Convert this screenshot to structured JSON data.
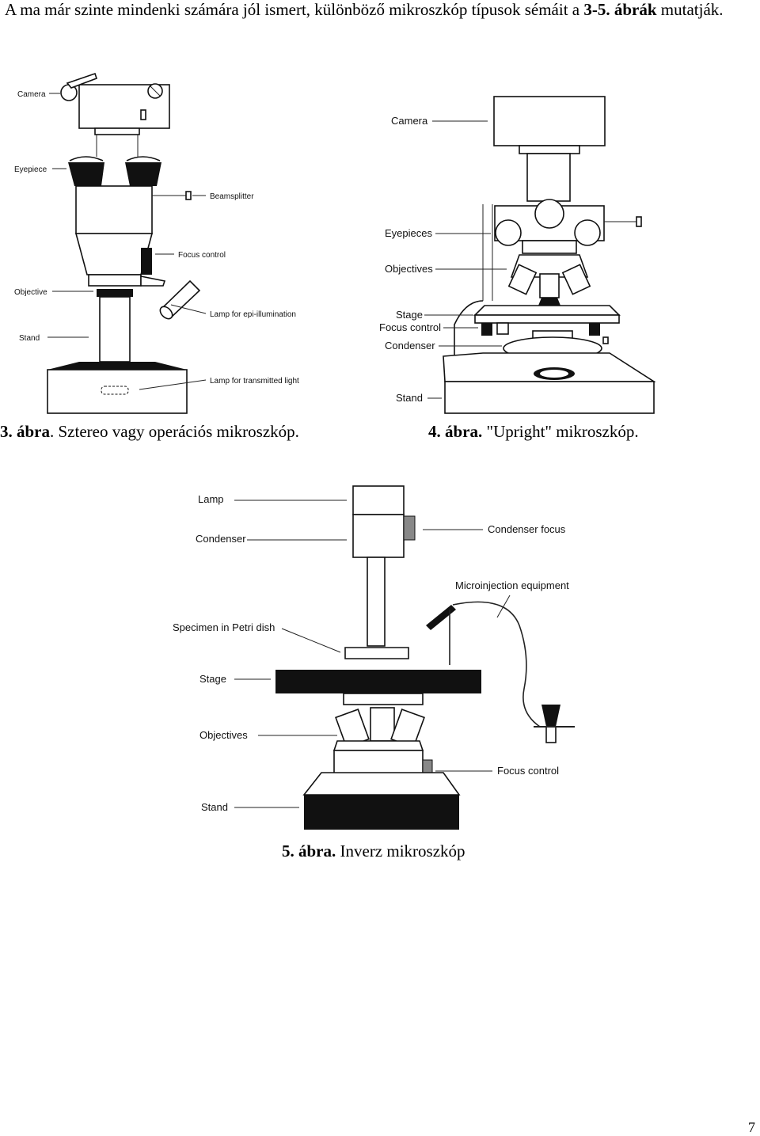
{
  "intro": {
    "text_before": "A ma már szinte mindenki számára jól ismert, különböző mikroszkóp típusok sémáit a ",
    "text_bold": "3-5. ábrák",
    "text_after": " mutatják."
  },
  "figure3": {
    "caption_bold": "3. ábra",
    "caption_rest": ". Sztereo vagy operációs mikroszkóp.",
    "labels": {
      "camera": "Camera",
      "eyepiece": "Eyepiece",
      "beamsplitter": "Beamsplitter",
      "focus_control": "Focus control",
      "objective": "Objective",
      "lamp_epi": "Lamp for epi-illumination",
      "stand": "Stand",
      "lamp_transmitted": "Lamp for transmitted light"
    }
  },
  "figure4": {
    "caption_bold": "4. ábra.",
    "caption_rest": " \"Upright\" mikroszkóp.",
    "labels": {
      "camera": "Camera",
      "eyepieces": "Eyepieces",
      "objectives": "Objectives",
      "stage": "Stage",
      "focus_control": "Focus control",
      "condenser": "Condenser",
      "stand": "Stand"
    }
  },
  "figure5": {
    "caption_bold": "5. ábra.",
    "caption_rest": " Inverz mikroszkóp",
    "labels": {
      "lamp": "Lamp",
      "condenser": "Condenser",
      "condenser_focus": "Condenser focus",
      "microinjection": "Microinjection equipment",
      "specimen": "Specimen in Petri dish",
      "stage": "Stage",
      "objectives": "Objectives",
      "focus_control": "Focus control",
      "stand": "Stand"
    }
  },
  "page_number": "7"
}
